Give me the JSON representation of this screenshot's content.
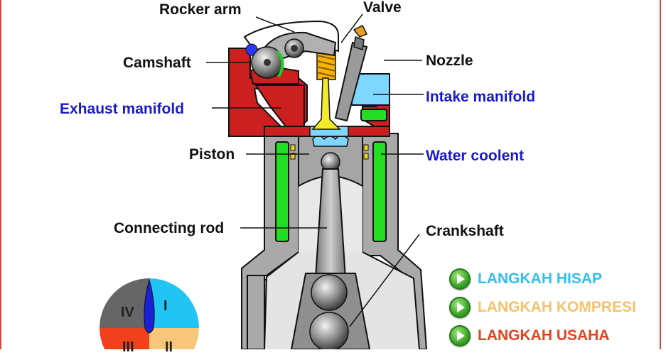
{
  "labels": {
    "rocker_arm": "Rocker arm",
    "valve": "Valve",
    "camshaft": "Camshaft",
    "nozzle": "Nozzle",
    "exhaust_manifold": "Exhaust manifold",
    "intake_manifold": "Intake manifold",
    "piston": "Piston",
    "water_coolent": "Water coolent",
    "connecting_rod": "Connecting rod",
    "crankshaft": "Crankshaft"
  },
  "stroke_buttons": [
    {
      "label": "LANGKAH HISAP",
      "color": "#2fc0f0"
    },
    {
      "label": "LANGKAH KOMPRESI",
      "color": "#f5c26b"
    },
    {
      "label": "LANGKAH USAHA",
      "color": "#e8401c"
    }
  ],
  "cycle_chart": {
    "quadrants": [
      "I",
      "II",
      "III",
      "IV"
    ],
    "colors": [
      "#22c4f4",
      "#f8c67a",
      "#f0401c",
      "#666666"
    ]
  },
  "colors": {
    "head_red": "#cc1f1f",
    "coolant_green": "#22dd22",
    "intake_blue": "#7fd6ff",
    "valve_yellow": "#f4ea2a",
    "metal_gray": "#a8a8a8"
  }
}
